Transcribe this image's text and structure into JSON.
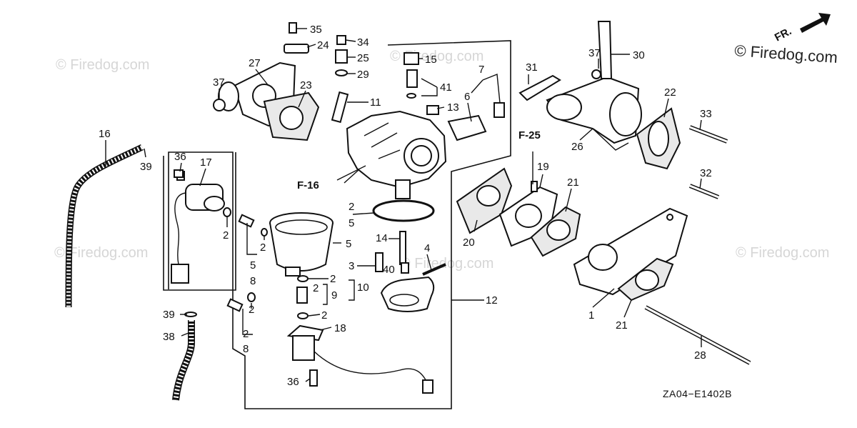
{
  "watermark": "© Firedog.com",
  "diagram_code": "ZA04−E1402B",
  "direction_label": "FR.",
  "refs": {
    "f16": "F-16",
    "f25": "F-25"
  },
  "labels": {
    "l35": "35",
    "l24": "24",
    "l34": "34",
    "l25": "25",
    "l29": "29",
    "l27": "27",
    "l23": "23",
    "l37a": "37",
    "l15": "15",
    "l41": "41",
    "l7": "7",
    "l6": "6",
    "l11": "11",
    "l13": "13",
    "l31": "31",
    "l37b": "37",
    "l30": "30",
    "l22": "22",
    "l33": "33",
    "l26": "26",
    "l32": "32",
    "l16": "16",
    "l39a": "39",
    "l36a": "36",
    "l17": "17",
    "l2a": "2",
    "l2b": "2",
    "l5a": "5",
    "l8a": "8",
    "l2c": "2",
    "l5b": "5",
    "l2d": "2",
    "l5c": "5",
    "l8b": "8",
    "l14": "14",
    "l3": "3",
    "l40": "40",
    "l4": "4",
    "l2e": "2",
    "l2f": "2",
    "l9": "9",
    "l10": "10",
    "l2g": "2",
    "l12": "12",
    "l18": "18",
    "l39b": "39",
    "l38": "38",
    "l36b": "36",
    "l19": "19",
    "l21a": "21",
    "l20": "20",
    "l1": "1",
    "l21b": "21",
    "l28": "28"
  }
}
